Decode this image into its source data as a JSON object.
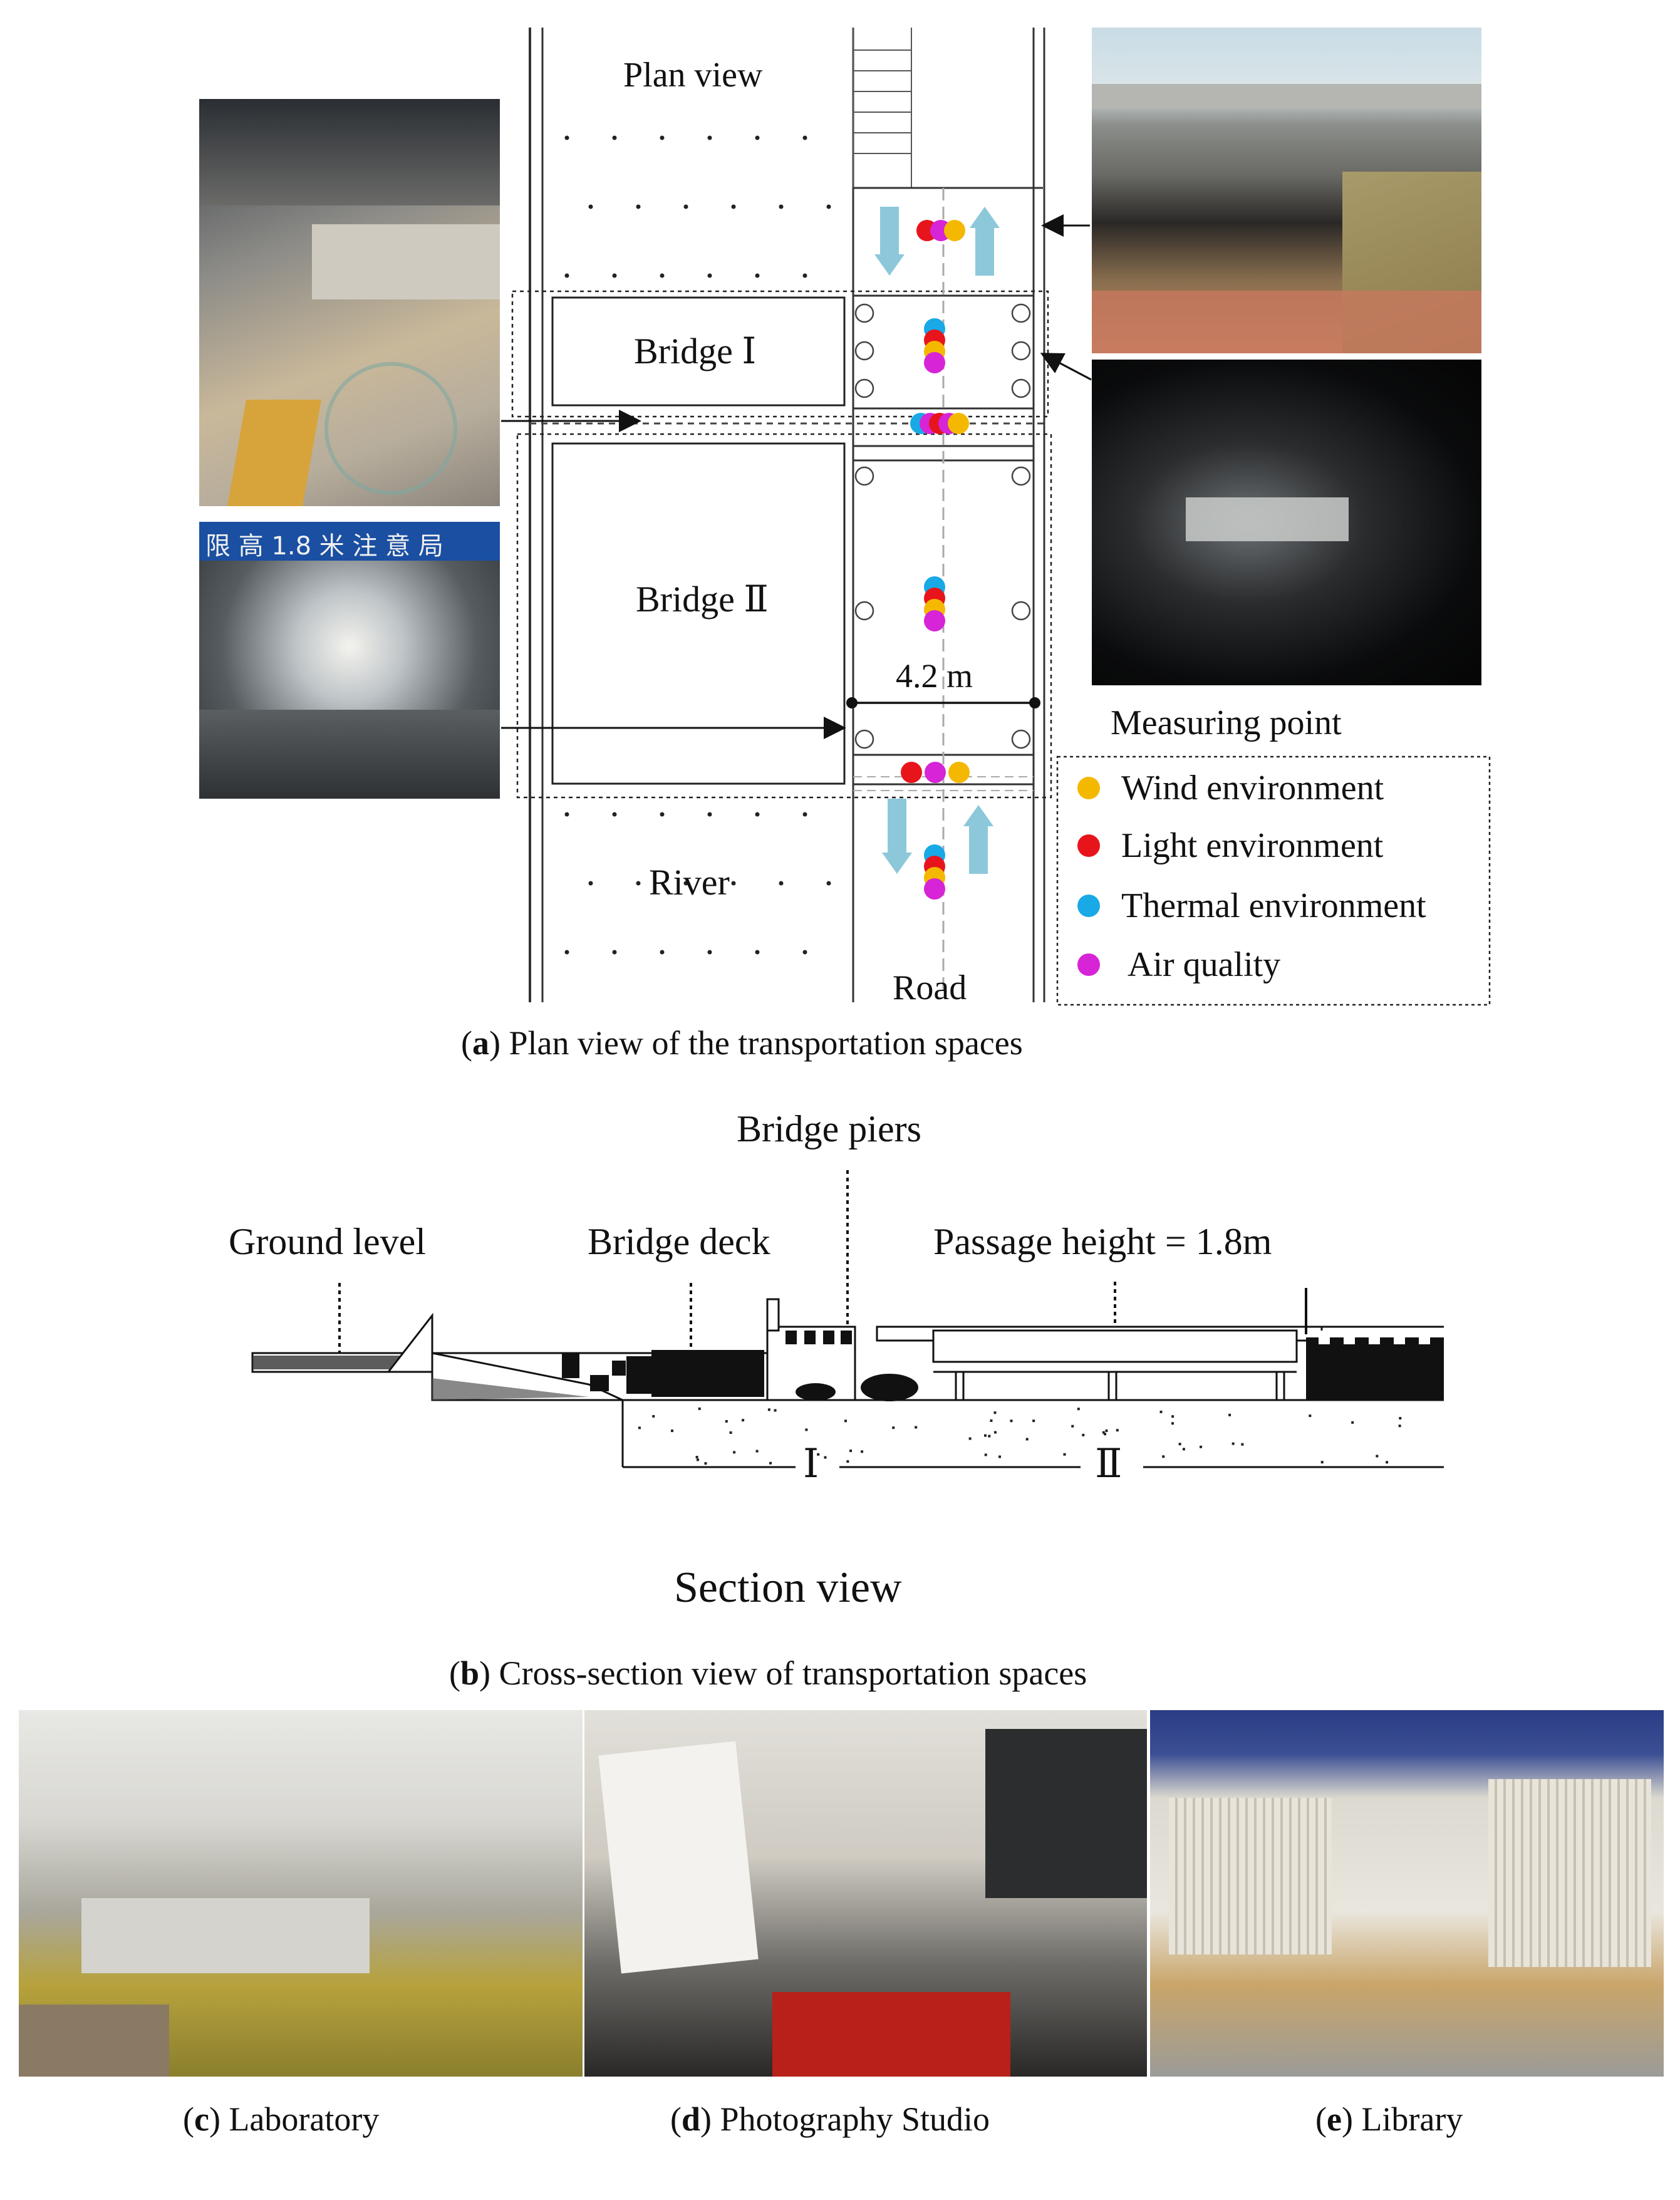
{
  "plan": {
    "plan_view_label": "Plan view",
    "bridge1_label": "Bridge Ⅰ",
    "bridge2_label": "Bridge Ⅱ",
    "river_label": "River",
    "road_label": "Road",
    "width_label": "4.2 m"
  },
  "legend": {
    "title": "Measuring point",
    "items": [
      {
        "label": "Wind environment",
        "color": "#f5b800"
      },
      {
        "label": "Light environment",
        "color": "#e8141c"
      },
      {
        "label": "Thermal environment",
        "color": "#18a9e6"
      },
      {
        "label": "Air quality",
        "color": "#d624d6"
      }
    ]
  },
  "photo_overlay_text": "限 高 1.8 米   注 意 局",
  "section": {
    "bridge_piers_label": "Bridge piers",
    "ground_level_label": "Ground level",
    "bridge_deck_label": "Bridge deck",
    "passage_height_label": "Passage height = 1.8m",
    "span_one": "Ⅰ",
    "span_two": "Ⅱ",
    "section_view_label": "Section view"
  },
  "captions": {
    "a_letter": "a",
    "a_text": ") Plan view of the transportation spaces",
    "b_letter": "b",
    "b_text": ") Cross-section view of transportation spaces",
    "c_letter": "c",
    "c_text": ") Laboratory",
    "d_letter": "d",
    "d_text": ") Photography Studio",
    "e_letter": "e",
    "e_text": ") Library",
    "open_paren": "("
  },
  "colors": {
    "arrow_blue": "#8cc8da",
    "wind": "#f5b800",
    "light": "#e8141c",
    "thermal": "#18a9e6",
    "air": "#d624d6"
  }
}
